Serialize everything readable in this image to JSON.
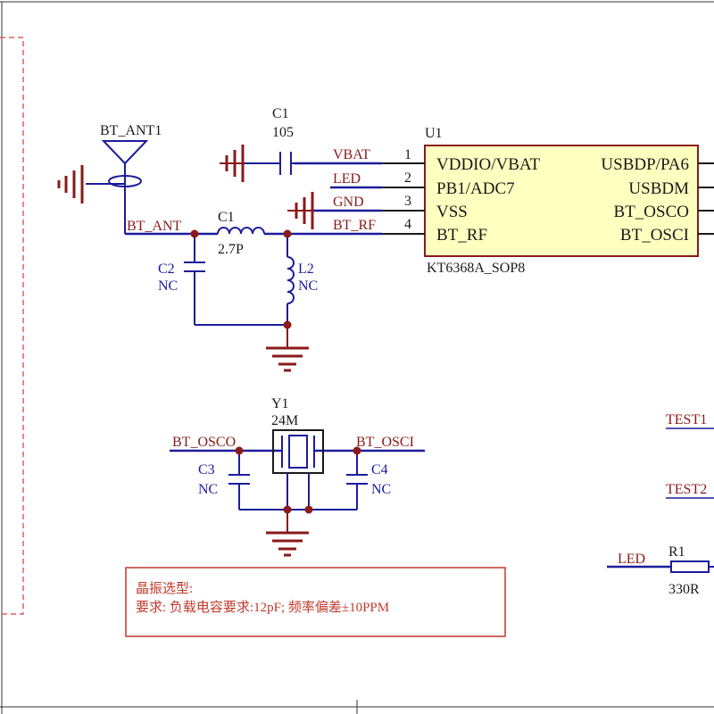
{
  "chip": {
    "ref": "U1",
    "part": "KT6368A_SOP8",
    "pins_left": [
      {
        "num": "1",
        "name": "VDDIO/VBAT",
        "net": "VBAT"
      },
      {
        "num": "2",
        "name": "PB1/ADC7",
        "net": "LED"
      },
      {
        "num": "3",
        "name": "VSS",
        "net": "GND"
      },
      {
        "num": "4",
        "name": "BT_RF",
        "net": "BT_RF"
      }
    ],
    "pins_right": [
      {
        "name": "USBDP/PA6"
      },
      {
        "name": "USBDM"
      },
      {
        "name": "BT_OSCO"
      },
      {
        "name": "BT_OSCI"
      }
    ]
  },
  "antenna": {
    "ref": "BT_ANT1",
    "net": "BT_ANT"
  },
  "caps": {
    "c1_decoupling": {
      "ref": "C1",
      "value": "105"
    },
    "c1_series": {
      "ref": "C1",
      "value": "2.7P"
    },
    "c2": {
      "ref": "C2",
      "value": "NC"
    },
    "c3": {
      "ref": "C3",
      "value": "NC"
    },
    "c4": {
      "ref": "C4",
      "value": "NC"
    }
  },
  "inductor": {
    "ref": "L2",
    "value": "NC"
  },
  "crystal": {
    "ref": "Y1",
    "value": "24M",
    "net_left": "BT_OSCO",
    "net_right": "BT_OSCI"
  },
  "tests": {
    "t1": "TEST1",
    "t2": "TEST2"
  },
  "resistor": {
    "net": "LED",
    "ref": "R1",
    "value": "330R"
  },
  "note": {
    "line1": "晶振选型:",
    "line2": "要求:  负载电容要求:12pF;  频率偏差±10PPM"
  },
  "colors": {
    "wire": "#1c1c9c",
    "ground": "#8b1a1a",
    "chip_fill": "#ffffc0",
    "note_border": "#c0392b"
  }
}
